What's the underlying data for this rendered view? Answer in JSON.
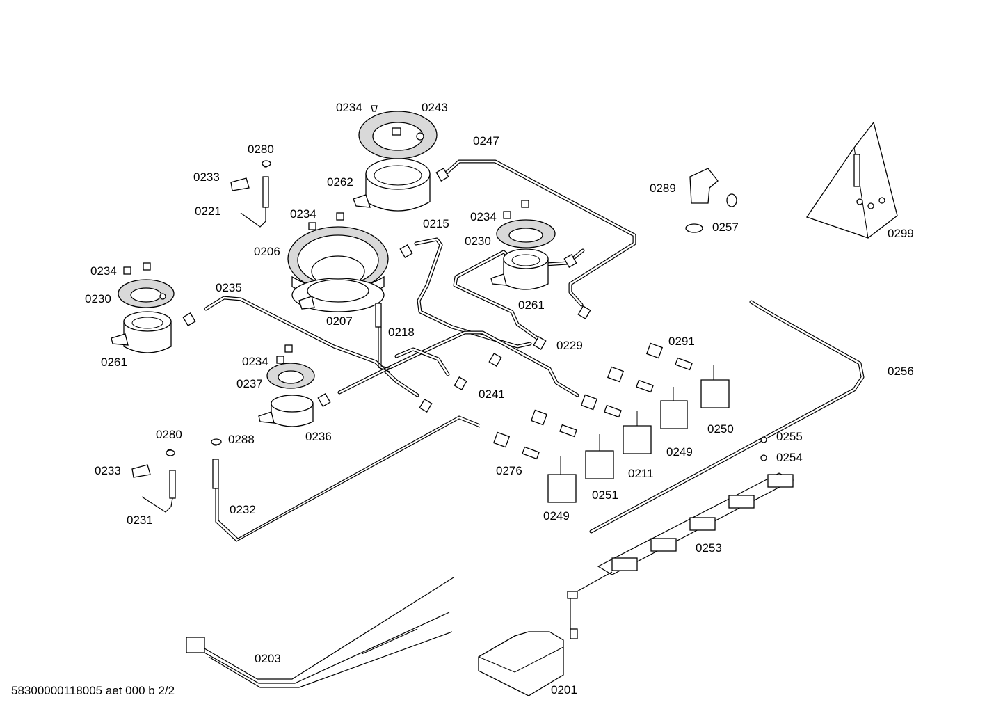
{
  "diagram": {
    "footer": "58300000118005 aet 000 b 2/2",
    "labels": {
      "p0201": "0201",
      "p0203": "0203",
      "p0206": "0206",
      "p0207": "0207",
      "p0211": "0211",
      "p0215": "0215",
      "p0218": "0218",
      "p0221": "0221",
      "p0229": "0229",
      "p0230a": "0230",
      "p0230b": "0230",
      "p0231": "0231",
      "p0232": "0232",
      "p0233a": "0233",
      "p0233b": "0233",
      "p0234a": "0234",
      "p0234b": "0234",
      "p0234c": "0234",
      "p0234d": "0234",
      "p0234e": "0234",
      "p0235": "0235",
      "p0236": "0236",
      "p0237": "0237",
      "p0241": "0241",
      "p0243": "0243",
      "p0247": "0247",
      "p0249a": "0249",
      "p0249b": "0249",
      "p0250": "0250",
      "p0251": "0251",
      "p0253": "0253",
      "p0254": "0254",
      "p0255": "0255",
      "p0256": "0256",
      "p0257": "0257",
      "p0261a": "0261",
      "p0261b": "0261",
      "p0262": "0262",
      "p0276": "0276",
      "p0280a": "0280",
      "p0280b": "0280",
      "p0288": "0288",
      "p0289": "0289",
      "p0291": "0291",
      "p0299": "0299"
    }
  }
}
